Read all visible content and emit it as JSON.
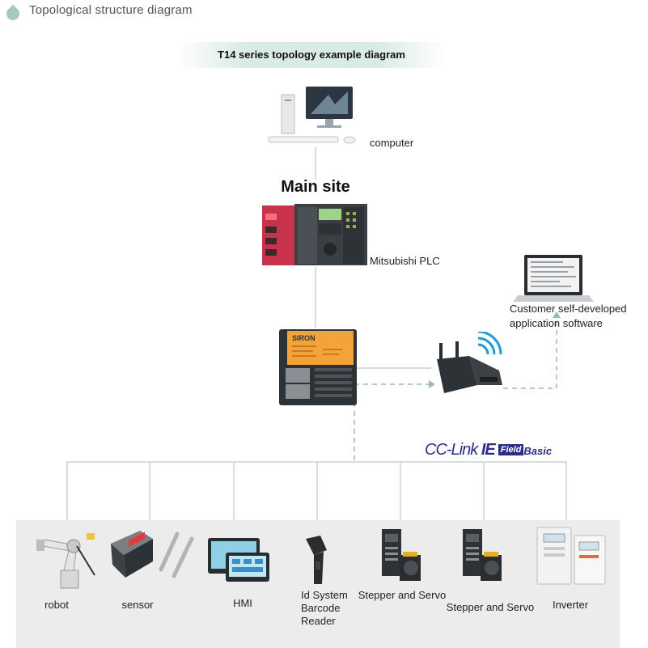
{
  "header": {
    "title": "Topological structure diagram"
  },
  "banner": {
    "title": "T14 series topology example diagram"
  },
  "nodes": {
    "computer": "computer",
    "main_site": "Main site",
    "plc": "Mitsubishi PLC",
    "gateway_brand": "SIRON",
    "customer": {
      "line1": "Customer self-developed",
      "line2": "application software"
    }
  },
  "network": {
    "brand_cc": "CC-Link",
    "brand_ie": "IE",
    "badge": "Field",
    "basic": "Basic"
  },
  "devices": [
    {
      "lines": [
        "robot"
      ]
    },
    {
      "lines": [
        "sensor"
      ]
    },
    {
      "lines": [
        "HMI"
      ]
    },
    {
      "lines": [
        "Id System",
        "Barcode",
        "Reader"
      ]
    },
    {
      "lines": [
        "Stepper and Servo"
      ]
    },
    {
      "lines": [
        "Stepper and Servo"
      ]
    },
    {
      "lines": [
        "Inverter"
      ]
    }
  ],
  "colors": {
    "line": "#c7d4d1",
    "dashed": "#9bbab4",
    "band": "#ececec",
    "gateway_label": "#f2a33a",
    "plc_red": "#c8324a",
    "cc_link_blue": "#2c2c8a"
  }
}
